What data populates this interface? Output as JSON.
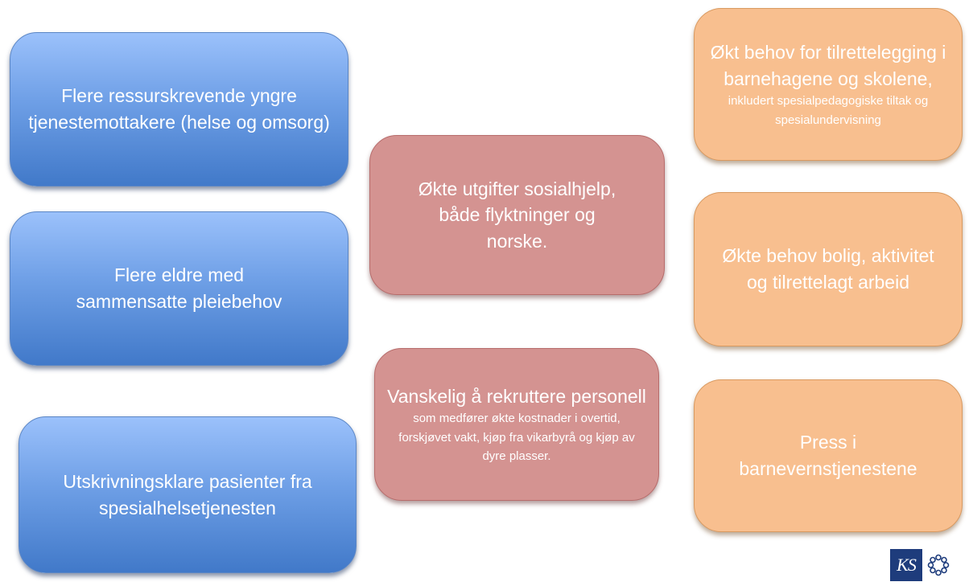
{
  "left_column": [
    {
      "text": "Flere ressurskrevende yngre tjenestemottakere (helse og omsorg)"
    },
    {
      "text": "Flere eldre med sammensatte pleiebehov"
    },
    {
      "text": "Utskrivningsklare pasienter fra spesialhelsetjenesten"
    }
  ],
  "middle_column": [
    {
      "text": "Økte utgifter sosialhjelp, både flyktninger og norske."
    },
    {
      "title": "Vanskelig å rekruttere personell",
      "detail": "som medfører økte kostnader i overtid, forskjøvet vakt, kjøp fra vikarbyrå og kjøp av dyre plasser."
    }
  ],
  "right_column": [
    {
      "title": "Økt behov for tilrettelegging i barnehagene og skolene,",
      "detail": "inkludert spesialpedagogiske tiltak og spesialundervisning"
    },
    {
      "text": "Økte behov bolig, aktivitet og tilrettelagt arbeid"
    },
    {
      "text": "Press i barnevernstjenestene"
    }
  ],
  "logo": {
    "text": "KS"
  },
  "colors": {
    "blue_top": "#9bc1fb",
    "blue_bottom": "#4179c9",
    "red": "#d49391",
    "orange": "#f8bf8f",
    "logo_blue": "#1e3c7c"
  }
}
